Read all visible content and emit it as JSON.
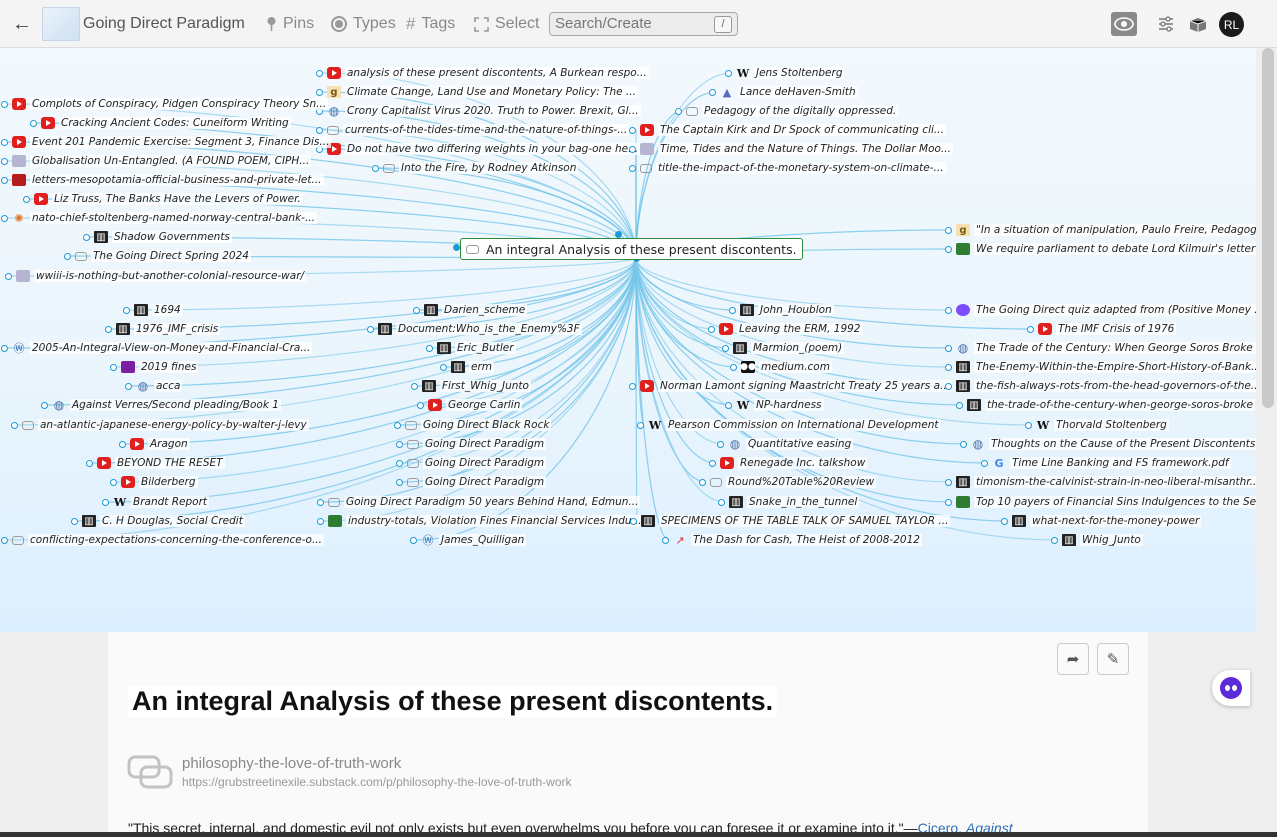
{
  "toolbar": {
    "back": "←",
    "title": "Going Direct Paradigm",
    "pins": "Pins",
    "types": "Types",
    "tags": "Tags",
    "select": "Select",
    "search_placeholder": "Search/Create",
    "search_shortcut": "/",
    "avatar": "RL"
  },
  "graph": {
    "center": "An integral Analysis of these present discontents.",
    "nodes": [
      {
        "t": "analysis of these present discontents, A Burkean respo...",
        "i": "yt"
      },
      {
        "t": "Climate Change, Land Use and Monetary Policy: The ...",
        "i": "gg"
      },
      {
        "t": "Crony Capitalist Virus 2020. Truth to Power. Brexit, Gl...",
        "i": "globe"
      },
      {
        "t": "currents-of-the-tides-time-and-the-nature-of-things-...",
        "i": "bubble"
      },
      {
        "t": "Do not have two differing weights in your bag-one he...",
        "i": "yt"
      },
      {
        "t": "Into the Fire, by Rodney Atkinson",
        "i": "bubble"
      },
      {
        "t": "Jens Stoltenberg",
        "i": "wiki"
      },
      {
        "t": "Lance deHaven-Smith",
        "i": "tri"
      },
      {
        "t": "Pedagogy of the digitally oppressed.",
        "i": "bubble"
      },
      {
        "t": "The Captain Kirk and Dr Spock of communicating cli...",
        "i": "yt"
      },
      {
        "t": "Time, Tides and the Nature of Things. The Dollar Moo...",
        "i": "pic"
      },
      {
        "t": "title-the-impact-of-the-monetary-system-on-climate-...",
        "i": "bubble"
      },
      {
        "t": "Complots of Conspiracy, Pidgen Conspiracy Theory Sn...",
        "i": "yt"
      },
      {
        "t": "Cracking Ancient Codes: Cuneiform Writing",
        "i": "yt"
      },
      {
        "t": "Event 201 Pandemic Exercise: Segment 3, Finance Dis...",
        "i": "yt"
      },
      {
        "t": "Globalisation Un-Entangled. (A FOUND POEM, CIPH...",
        "i": "pic"
      },
      {
        "t": "letters-mesopotamia-official-business-and-private-let...",
        "i": "shield"
      },
      {
        "t": "Liz Truss, The Banks Have the Levers of Power.",
        "i": "yt"
      },
      {
        "t": "nato-chief-stoltenberg-named-norway-central-bank-...",
        "i": "orange"
      },
      {
        "t": "Shadow Governments",
        "i": "bank"
      },
      {
        "t": "The Going Direct Spring 2024",
        "i": "bubble"
      },
      {
        "t": "wwiii-is-nothing-but-another-colonial-resource-war/",
        "i": "pic"
      },
      {
        "t": "\"In a situation of manipulation, Paulo Freire, Pedagog...",
        "i": "gg"
      },
      {
        "t": "We require parliament to debate Lord Kilmuir's letter ...",
        "i": "gs"
      },
      {
        "t": "1694",
        "i": "bank"
      },
      {
        "t": "1976_IMF_crisis",
        "i": "bank"
      },
      {
        "t": "2005-An-Integral-View-on-Money-and-Financial-Cra...",
        "i": "wp"
      },
      {
        "t": "2019 fines",
        "i": "mag"
      },
      {
        "t": "acca",
        "i": "globe"
      },
      {
        "t": "Against Verres/Second pleading/Book 1",
        "i": "globe"
      },
      {
        "t": "an-atlantic-japanese-energy-policy-by-walter-j-levy",
        "i": "bubble"
      },
      {
        "t": "Aragon",
        "i": "yt"
      },
      {
        "t": "BEYOND THE RESET",
        "i": "yt"
      },
      {
        "t": "Bilderberg",
        "i": "yt"
      },
      {
        "t": "Brandt Report",
        "i": "wiki"
      },
      {
        "t": "C. H Douglas, Social Credit",
        "i": "bank"
      },
      {
        "t": "conflicting-expectations-concerning-the-conference-o...",
        "i": "bubble"
      },
      {
        "t": "Darien_scheme",
        "i": "bank"
      },
      {
        "t": "Document:Who_is_the_Enemy%3F",
        "i": "bank"
      },
      {
        "t": "Eric_Butler",
        "i": "bank"
      },
      {
        "t": "erm",
        "i": "bank"
      },
      {
        "t": "First_Whig_Junto",
        "i": "bank"
      },
      {
        "t": "George Carlin",
        "i": "yt"
      },
      {
        "t": "Going Direct Black Rock",
        "i": "bubble"
      },
      {
        "t": "Going Direct Paradigm",
        "i": "bubble"
      },
      {
        "t": "Going Direct Paradigm",
        "i": "bubble"
      },
      {
        "t": "Going Direct Paradigm",
        "i": "bubble"
      },
      {
        "t": "Going Direct Paradigm 50 years Behind Hand, Edmun...",
        "i": "bubble"
      },
      {
        "t": "industry-totals, Violation Fines Financial Services Indu...",
        "i": "gs"
      },
      {
        "t": "James_Quilligan",
        "i": "wp"
      },
      {
        "t": "John_Houblon",
        "i": "bank"
      },
      {
        "t": "Leaving the ERM, 1992",
        "i": "yt"
      },
      {
        "t": "Marmion_(poem)",
        "i": "bank"
      },
      {
        "t": "medium.com",
        "i": "med"
      },
      {
        "t": "Norman Lamont signing Maastricht Treaty 25 years a...",
        "i": "yt"
      },
      {
        "t": "NP-hardness",
        "i": "wiki"
      },
      {
        "t": "Pearson Commission on International Development",
        "i": "wiki"
      },
      {
        "t": "Quantitative easing",
        "i": "globe"
      },
      {
        "t": "Renegade Inc. talkshow",
        "i": "yt"
      },
      {
        "t": "Round%20Table%20Review",
        "i": "bubble"
      },
      {
        "t": "Snake_in_the_tunnel",
        "i": "bank"
      },
      {
        "t": "SPECIMENS OF THE TABLE TALK OF SAMUEL TAYLOR ...",
        "i": "bank"
      },
      {
        "t": "The Dash for Cash, The Heist of 2008-2012",
        "i": "chart"
      },
      {
        "t": "The Going Direct quiz adapted from (Positive Money ...",
        "i": "quiz"
      },
      {
        "t": "The IMF Crisis of 1976",
        "i": "yt"
      },
      {
        "t": "The Trade of the Century: When George Soros Broke t...",
        "i": "globe"
      },
      {
        "t": "The-Enemy-Within-the-Empire-Short-History-of-Bank...",
        "i": "bank"
      },
      {
        "t": "the-fish-always-rots-from-the-head-governors-of-the...",
        "i": "bank"
      },
      {
        "t": "the-trade-of-the-century-when-george-soros-broke",
        "i": "bank"
      },
      {
        "t": "Thorvald Stoltenberg",
        "i": "wiki"
      },
      {
        "t": "Thoughts on the Cause of the Present Discontents",
        "i": "globe"
      },
      {
        "t": "Time Line Banking and FS framework.pdf",
        "i": "goog"
      },
      {
        "t": "timonism-the-calvinist-strain-in-neo-liberal-misanthr...",
        "i": "bank"
      },
      {
        "t": "Top 10 payers of Financial Sins Indulgences to the Ser...",
        "i": "gs"
      },
      {
        "t": "what-next-for-the-money-power",
        "i": "bank"
      },
      {
        "t": "Whig_Junto",
        "i": "bank"
      }
    ]
  },
  "doc": {
    "title": "An integral Analysis of these present discontents.",
    "link_title": "philosophy-the-love-of-truth-work",
    "link_url": "https://grubstreetinexile.substack.com/p/philosophy-the-love-of-truth-work",
    "quote": "\"This secret, internal, and domestic evil not only exists but even overwhelms you before you can foresee it or examine into it.\"—",
    "cite_author": "Cicero, ",
    "cite_work": "Against"
  }
}
